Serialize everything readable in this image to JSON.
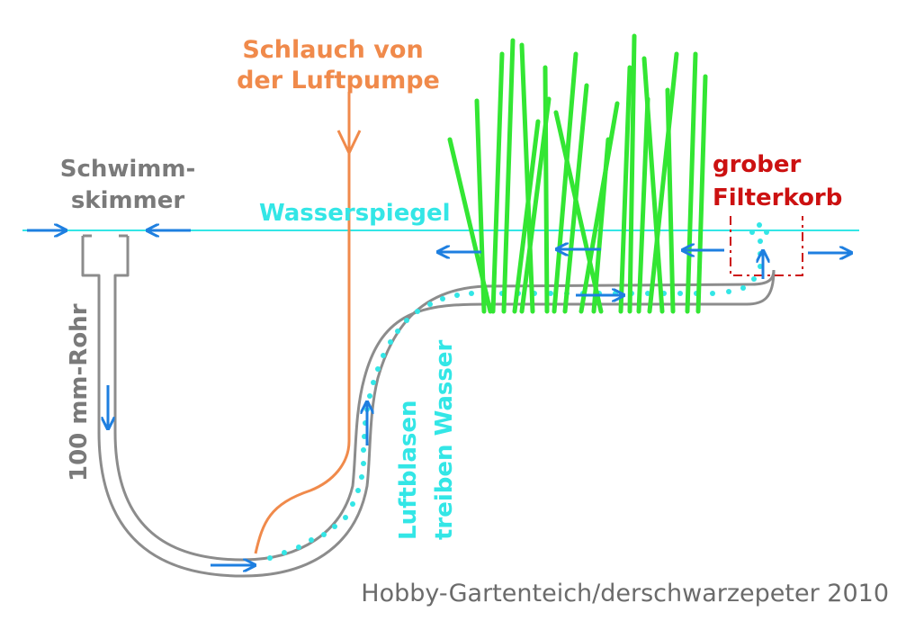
{
  "labels": {
    "hose_line1": "Schlauch von",
    "hose_line2": "der Luftpumpe",
    "skimmer_line1": "Schwimm-",
    "skimmer_line2": "skimmer",
    "water_level": "Wasserspiegel",
    "filter_line1": "grober",
    "filter_line2": "Filterkorb",
    "pipe": "100 mm-Rohr",
    "bubbles_line1": "Luftblasen",
    "bubbles_line2": "treiben Wasser",
    "credit": "Hobby-Gartenteich/derschwarzepeter 2010"
  },
  "colors": {
    "pipe": "#8c8c8c",
    "pipe_label": "#7a7a7a",
    "hose": "#f08a4b",
    "water": "#33e6e6",
    "arrow": "#1e7fe0",
    "plants": "#33e633",
    "filter": "#cc1111",
    "credit": "#6b6b6b"
  }
}
